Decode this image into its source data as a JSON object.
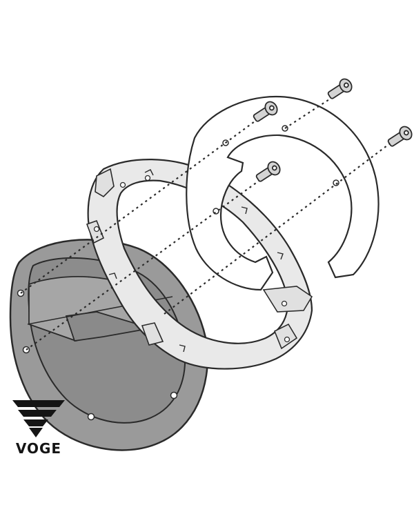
{
  "brand": {
    "name": "VOGE"
  },
  "colors": {
    "line": "#2a2a2a",
    "tank_cap": "#9a9a9a",
    "tank_cap_inner": "#8a8a8a",
    "ring_fill": "#e9e9e9",
    "plate_fill": "#ffffff",
    "bolt_fill": "#d4d4d4"
  },
  "parts": [
    "tank-cap-flange",
    "adapter-ring",
    "mounting-plate",
    "bolts"
  ]
}
